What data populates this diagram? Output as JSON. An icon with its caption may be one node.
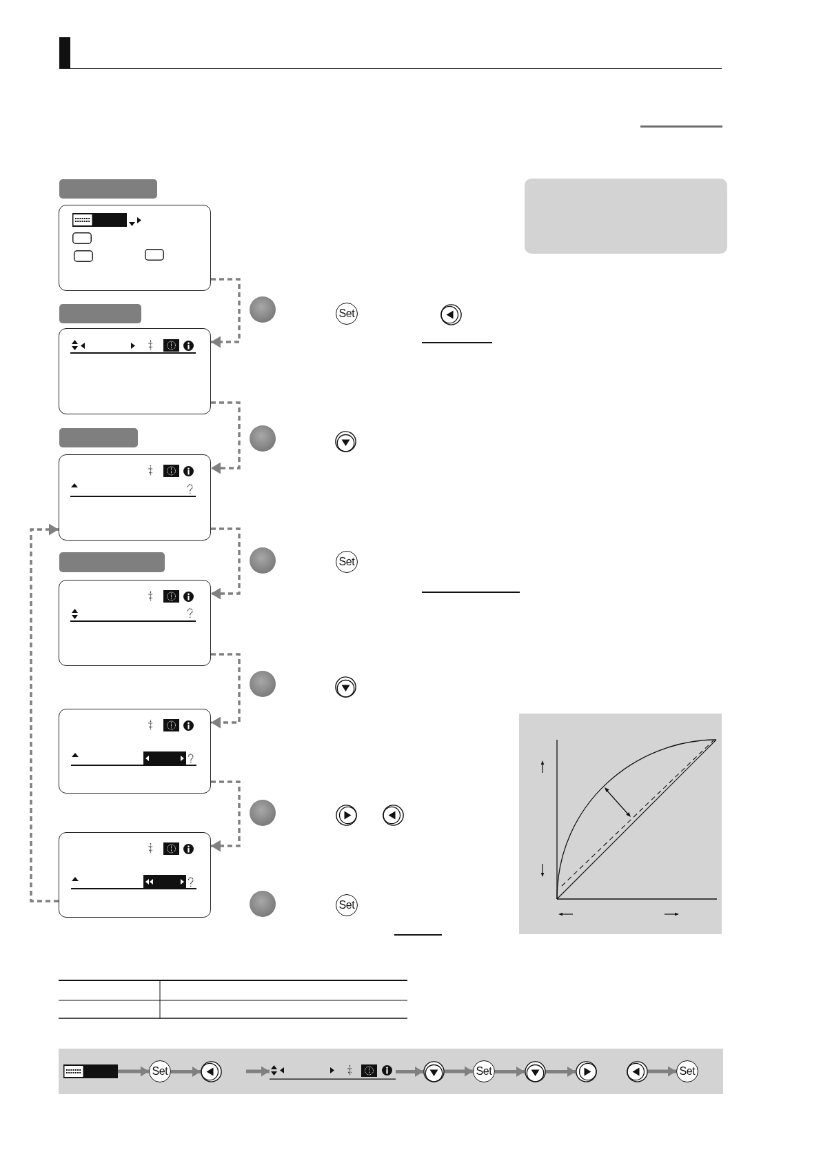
{
  "diagram": {
    "nodes": [
      {
        "text": [],
        "shape": "bar"
      },
      {
        "text": [],
        "shape": "box"
      },
      {
        "text": [],
        "shape": "bar"
      },
      {
        "text": [],
        "shape": "box"
      },
      {
        "text": [],
        "shape": "bar"
      },
      {
        "text": [],
        "shape": "box"
      },
      {
        "text": [],
        "shape": "bar"
      },
      {
        "text": [],
        "shape": "box"
      },
      {
        "text": [],
        "shape": "box"
      },
      {
        "text": [],
        "shape": "box"
      },
      {
        "text": [
          "Set"
        ]
      },
      {
        "text": [
          "Set"
        ]
      },
      {
        "text": [
          "Set"
        ]
      },
      {
        "text": [],
        "shape": "bar"
      },
      {
        "text": [],
        "shape": "picture",
        "in": 13
      },
      {
        "text": [
          "Set"
        ],
        "in": 13
      },
      {
        "text": [],
        "shape": "picture",
        "in": 13
      },
      {
        "text": [],
        "shape": "picture",
        "in": 13
      },
      {
        "text": [],
        "shape": "picture",
        "in": 13
      },
      {
        "text": [
          "Set"
        ],
        "in": 13
      },
      {
        "text": [],
        "shape": "picture",
        "in": 13
      },
      {
        "text": [],
        "shape": "picture",
        "in": 13
      },
      {
        "text": [],
        "shape": "picture",
        "in": 13
      },
      {
        "text": [
          "Set"
        ],
        "in": 13
      }
    ],
    "edges": [
      {
        "from": 1,
        "to": 3,
        "arrow": "to",
        "style": "dashed"
      },
      {
        "from": 3,
        "to": 5,
        "arrow": "to",
        "style": "dashed"
      },
      {
        "from": 5,
        "to": 7,
        "arrow": "to",
        "style": "dashed"
      },
      {
        "from": 7,
        "to": 8,
        "arrow": "to",
        "style": "dashed"
      },
      {
        "from": 8,
        "to": 9,
        "arrow": "to",
        "style": "dashed"
      },
      {
        "from": 9,
        "to": 5,
        "arrow": "to",
        "style": "dashed"
      },
      {
        "from": 14,
        "to": 15,
        "arrow": "to"
      },
      {
        "from": 15,
        "to": 16,
        "arrow": "to"
      },
      {
        "from": null,
        "to": 17,
        "arrow": "to"
      },
      {
        "from": 17,
        "to": 18,
        "arrow": "to"
      },
      {
        "from": 18,
        "to": 19,
        "arrow": "to"
      },
      {
        "from": 19,
        "to": 20,
        "arrow": "to"
      },
      {
        "from": 20,
        "to": 21,
        "arrow": "to"
      },
      {
        "from": 22,
        "to": 23,
        "arrow": "to"
      }
    ]
  }
}
